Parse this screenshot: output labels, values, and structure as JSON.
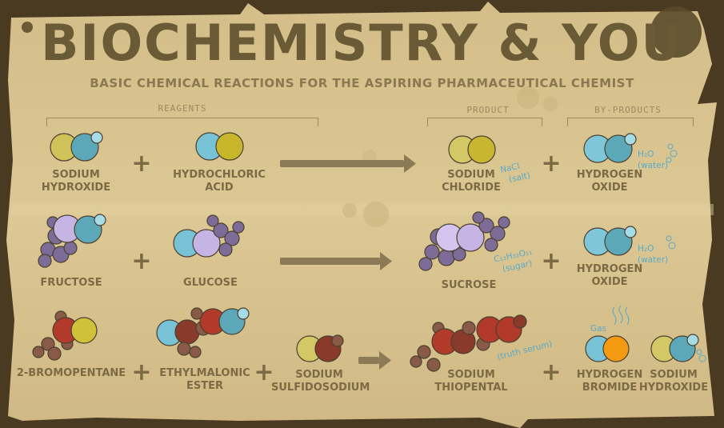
{
  "poster": {
    "title": "BIOCHEMISTRY & YOU",
    "subtitle": "BASIC CHEMICAL REACTIONS FOR THE ASPIRING PHARMACEUTICAL CHEMIST",
    "sections": {
      "reagents": "REAGENTS",
      "product": "PRODUCT",
      "byproducts": "BY-PRODUCTS"
    },
    "plus": "+"
  },
  "reactions": [
    {
      "reagents": [
        {
          "line1": "SODIUM",
          "line2": "HYDROXIDE"
        },
        {
          "line1": "HYDROCHLORIC",
          "line2": "ACID"
        }
      ],
      "product": {
        "line1": "SODIUM",
        "line2": "CHLORIDE",
        "note1": "NaCl",
        "note2": "(salt)"
      },
      "byproducts": [
        {
          "line1": "HYDROGEN",
          "line2": "OXIDE",
          "note1": "H₂O",
          "note2": "(water)"
        }
      ]
    },
    {
      "reagents": [
        {
          "line1": "FRUCTOSE"
        },
        {
          "line1": "GLUCOSE"
        }
      ],
      "product": {
        "line1": "SUCROSE",
        "note1": "C₁₂H₂₂O₁₁",
        "note2": "(sugar)"
      },
      "byproducts": [
        {
          "line1": "HYDROGEN",
          "line2": "OXIDE",
          "note1": "H₂O",
          "note2": "(water)"
        }
      ]
    },
    {
      "reagents": [
        {
          "line1": "2-BROMOPENTANE"
        },
        {
          "line1": "ETHYLMALONIC",
          "line2": "ESTER"
        },
        {
          "line1": "SODIUM",
          "line2": "SULFIDOSODIUM"
        }
      ],
      "product": {
        "line1": "SODIUM",
        "line2": "THIOPENTAL",
        "note1": "(truth serum)"
      },
      "byproducts": [
        {
          "line1": "HYDROGEN",
          "line2": "BROMIDE",
          "note1": "Gas"
        },
        {
          "line1": "SODIUM",
          "line2": "HYDROXIDE"
        }
      ]
    }
  ],
  "colors": {
    "parchment": "#d6c08c",
    "ink": "#6a5a36",
    "yellow": "#cfc258",
    "teal": "#5da8b8",
    "lightblue": "#78c2d6",
    "lavender": "#c6b4e4",
    "purple": "#7e6c98",
    "red": "#b23a2a",
    "maroon": "#8a3a2a",
    "brown": "#8a5a48",
    "orange": "#f39a10",
    "arrow": "#8c7a56"
  },
  "icons": {
    "arrow": "arrow-right-icon",
    "bubbles": "bubbles-icon",
    "molecule": "molecule-icon"
  }
}
